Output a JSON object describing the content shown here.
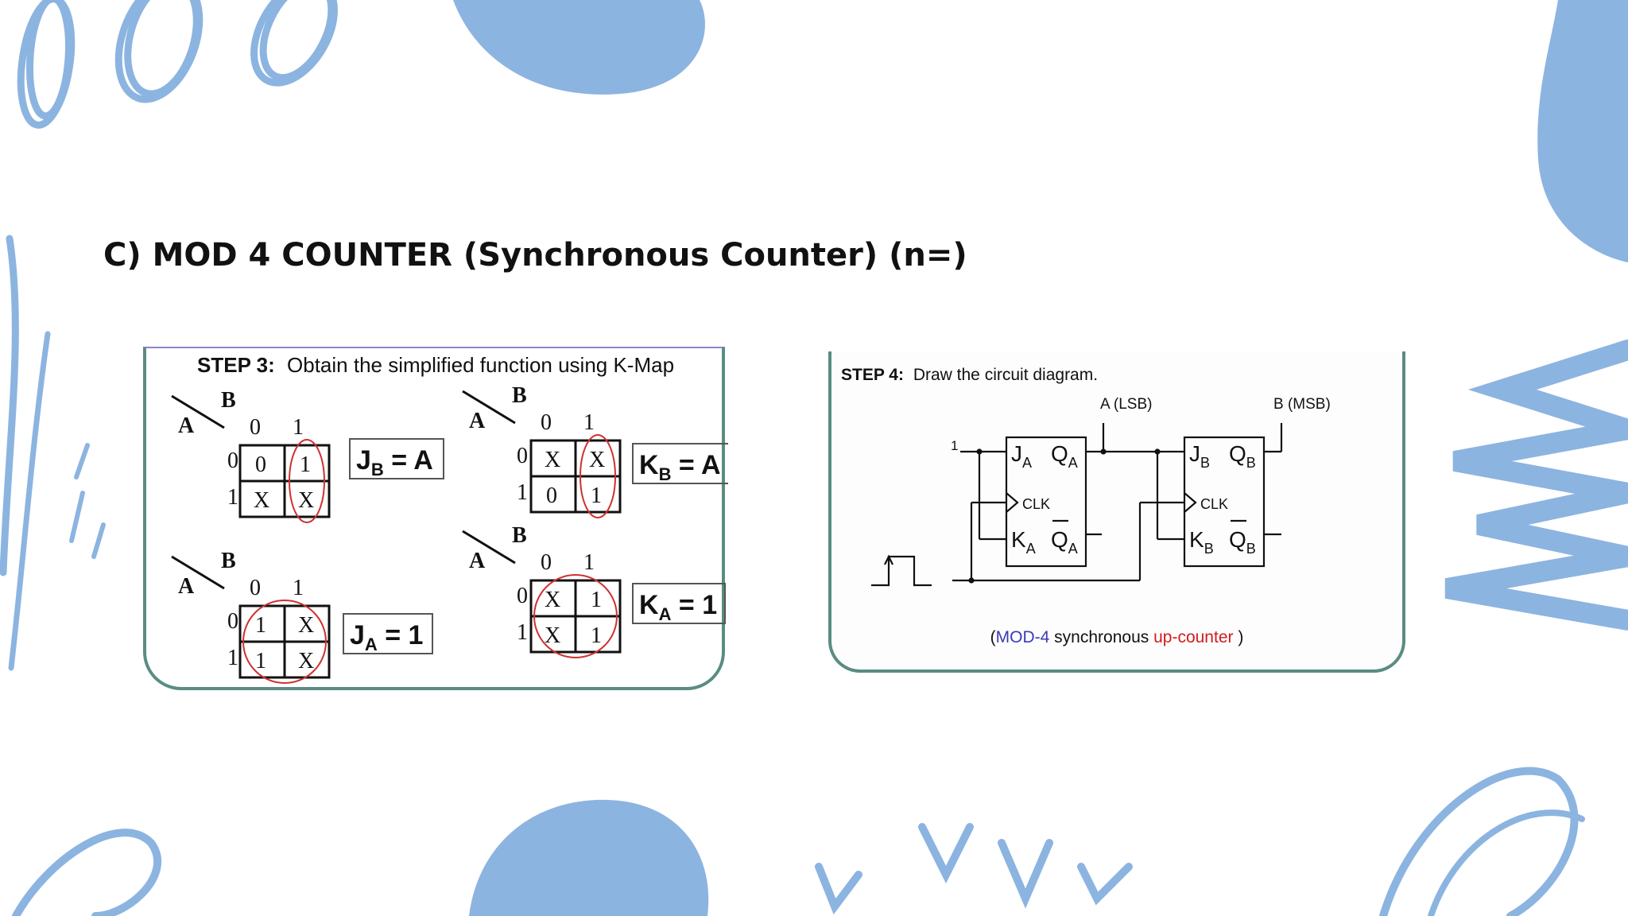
{
  "slide": {
    "title": "C) MOD 4 COUNTER (Synchronous Counter) (n=)"
  },
  "colors": {
    "decoration_blue": "#8cb4e0",
    "panel_border": "#5a8c82",
    "loop_red": "#d03030",
    "caption_blue": "#3a3ab8",
    "caption_red": "#d01c1c"
  },
  "step3": {
    "label": "STEP 3:",
    "text": "Obtain the simplified function using K-Map",
    "axis_row_var": "A",
    "axis_col_var": "B",
    "col_headers": [
      "0",
      "1"
    ],
    "row_headers": [
      "0",
      "1"
    ],
    "kmaps": [
      {
        "name": "JB",
        "cells": [
          [
            "0",
            "1"
          ],
          [
            "X",
            "X"
          ]
        ],
        "eq_main": "J",
        "eq_sub": "B",
        "eq_rest": " = A"
      },
      {
        "name": "KB",
        "cells": [
          [
            "X",
            "X"
          ],
          [
            "0",
            "1"
          ]
        ],
        "eq_main": "K",
        "eq_sub": "B",
        "eq_rest": " = A"
      },
      {
        "name": "JA",
        "cells": [
          [
            "1",
            "X"
          ],
          [
            "1",
            "X"
          ]
        ],
        "eq_main": "J",
        "eq_sub": "A",
        "eq_rest": " = 1"
      },
      {
        "name": "KA",
        "cells": [
          [
            "X",
            "1"
          ],
          [
            "X",
            "1"
          ]
        ],
        "eq_main": "K",
        "eq_sub": "A",
        "eq_rest": " = 1"
      }
    ]
  },
  "step4": {
    "label": "STEP 4:",
    "text": "Draw the circuit diagram.",
    "input_one": "1",
    "output_a": "A (LSB)",
    "output_b": "B (MSB)",
    "ff_a": {
      "j": "J",
      "j_sub": "A",
      "q": "Q",
      "q_sub": "A",
      "clk": "CLK",
      "k": "K",
      "k_sub": "A",
      "qbar": "Q",
      "qbar_sub": "A"
    },
    "ff_b": {
      "j": "J",
      "j_sub": "B",
      "q": "Q",
      "q_sub": "B",
      "clk": "CLK",
      "k": "K",
      "k_sub": "B",
      "qbar": "Q",
      "qbar_sub": "B"
    },
    "caption": {
      "open": "(",
      "blue": "MOD-4",
      "mid": " synchronous ",
      "red": "up-counter",
      "close": " )"
    }
  }
}
